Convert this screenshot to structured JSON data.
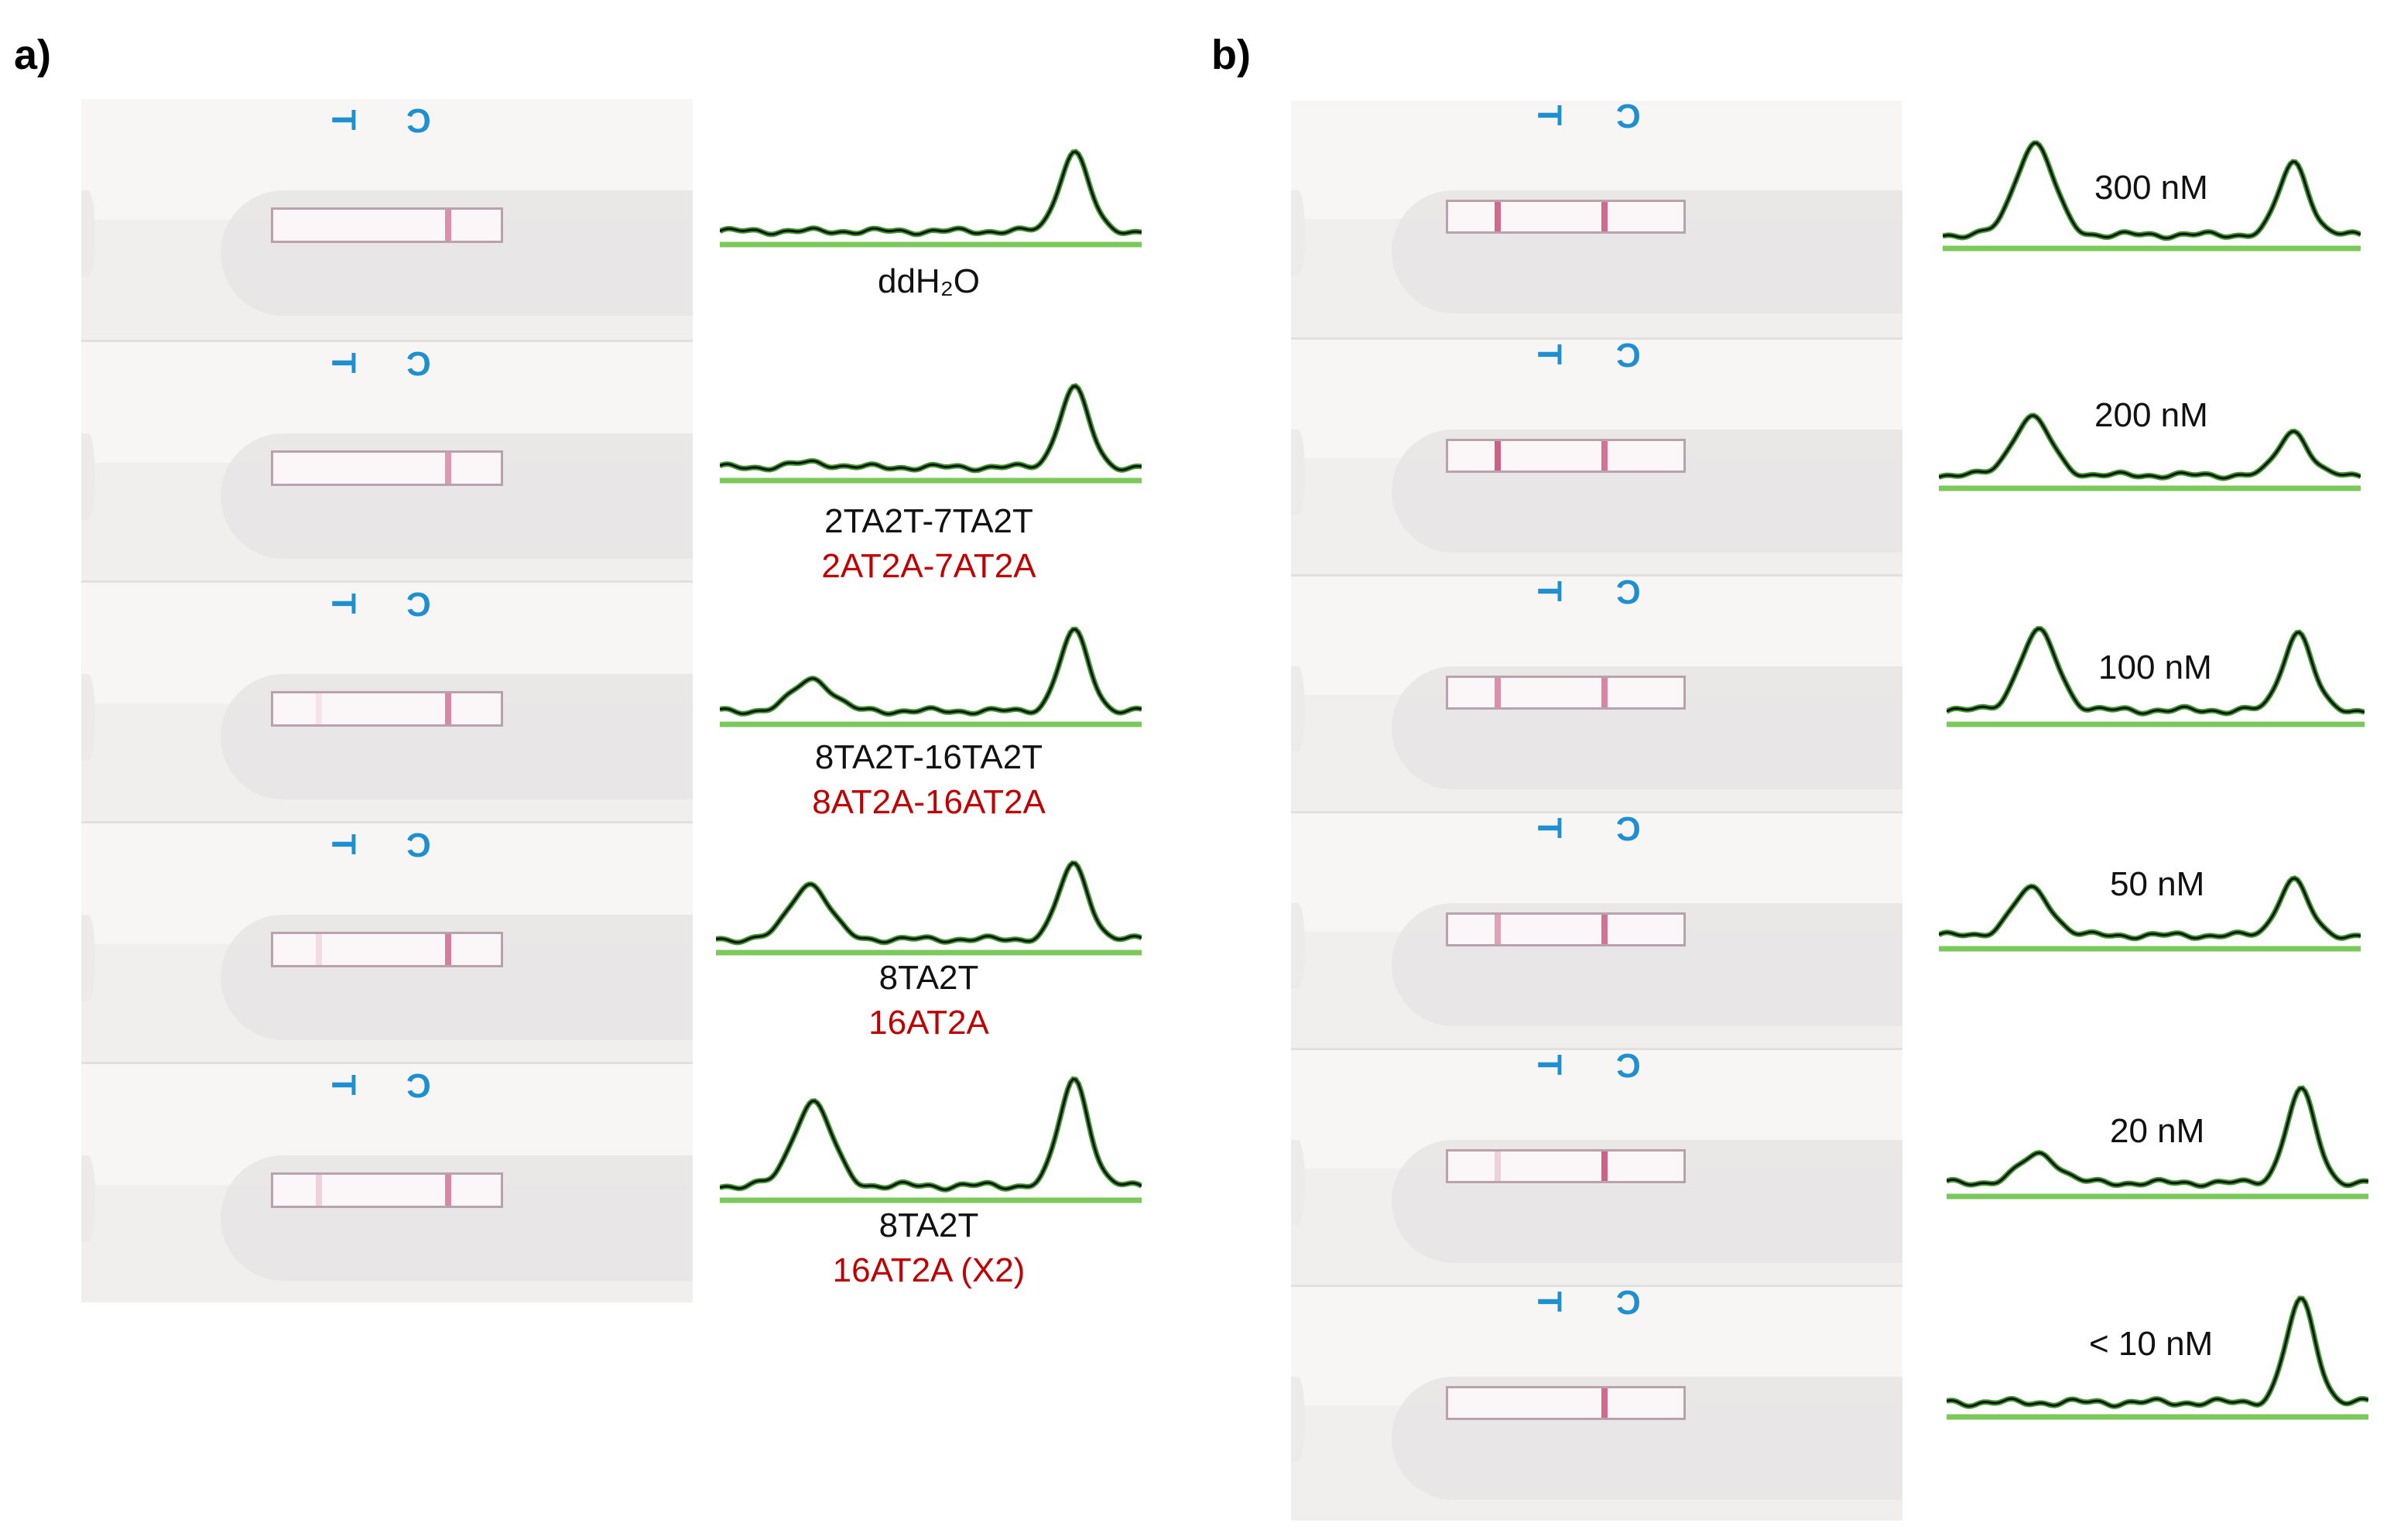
{
  "panel_a": {
    "label": "a)",
    "strips": [
      {
        "t": "T",
        "c": "C",
        "test_line": 0.0,
        "control_line": 0.55,
        "caption_black": "ddH₂O",
        "caption_red": ""
      },
      {
        "t": "T",
        "c": "C",
        "test_line": 0.0,
        "control_line": 0.5,
        "caption_black": "2TA2T-7TA2T",
        "caption_red": "2AT2A-7AT2A"
      },
      {
        "t": "T",
        "c": "C",
        "test_line": 0.1,
        "control_line": 0.6,
        "caption_black": "8TA2T-16TA2T",
        "caption_red": "8AT2A-16AT2A"
      },
      {
        "t": "T",
        "c": "C",
        "test_line": 0.15,
        "control_line": 0.65,
        "caption_black": "8TA2T",
        "caption_red": "16AT2A"
      },
      {
        "t": "T",
        "c": "C",
        "test_line": 0.2,
        "control_line": 0.6,
        "caption_black": "8TA2T",
        "caption_red": "16AT2A (X2)"
      }
    ],
    "traces": [
      {
        "peak1": 0.0,
        "peak2": 0.85
      },
      {
        "peak1": 0.05,
        "peak2": 0.85
      },
      {
        "peak1": 0.35,
        "peak2": 0.85
      },
      {
        "peak1": 0.6,
        "peak2": 0.8
      },
      {
        "peak1": 0.75,
        "peak2": 0.95
      }
    ]
  },
  "panel_b": {
    "label": "b)",
    "strips": [
      {
        "t": "T",
        "c": "C",
        "test_line": 0.75,
        "control_line": 0.75,
        "concentration": "300 nM"
      },
      {
        "t": "T",
        "c": "C",
        "test_line": 0.8,
        "control_line": 0.7,
        "concentration": "200 nM"
      },
      {
        "t": "T",
        "c": "C",
        "test_line": 0.55,
        "control_line": 0.6,
        "concentration": "100 nM"
      },
      {
        "t": "T",
        "c": "C",
        "test_line": 0.45,
        "control_line": 0.7,
        "concentration": "50 nM"
      },
      {
        "t": "T",
        "c": "C",
        "test_line": 0.2,
        "control_line": 0.8,
        "concentration": "20 nM"
      },
      {
        "t": "T",
        "c": "C",
        "test_line": 0.0,
        "control_line": 0.75,
        "concentration": "< 10 nM"
      }
    ],
    "traces": [
      {
        "peak1": 0.95,
        "peak2": 0.75
      },
      {
        "peak1": 0.65,
        "peak2": 0.5
      },
      {
        "peak1": 0.75,
        "peak2": 0.75
      },
      {
        "peak1": 0.5,
        "peak2": 0.6
      },
      {
        "peak1": 0.3,
        "peak2": 0.95
      },
      {
        "peak1": 0.0,
        "peak2": 0.9
      }
    ]
  },
  "colors": {
    "marker": "#1e8fd0",
    "baseline": "#7ac95a",
    "trace": "#111111",
    "trace_edge": "#3c9a2a",
    "caption_red": "#c00000",
    "test_line": "#c23a6a"
  }
}
